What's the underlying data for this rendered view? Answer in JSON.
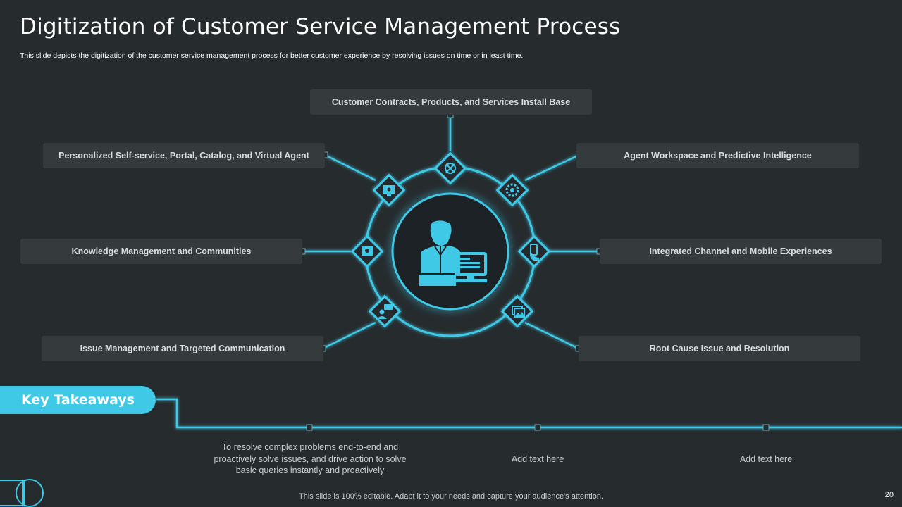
{
  "title": "Digitization of Customer Service Management Process",
  "subtitle": "This slide depicts the digitization of the customer service management process for better customer experience by resolving issues on time or in least time.",
  "process_items": {
    "top": "Customer  Contracts,  Products,  and Services Install Base",
    "left_upper": "Personalized Self-service, Portal, Catalog, and Virtual Agent",
    "right_upper": "Agent Workspace  and Predictive Intelligence",
    "left_middle": "Knowledge Management and Communities",
    "right_middle": "Integrated Channel and Mobile Experiences",
    "left_lower": "Issue  Management and Targeted Communication",
    "right_lower": "Root Cause  Issue  and Resolution"
  },
  "icons": {
    "center": "customer-service-agent-icon",
    "top": "settings-tools-icon",
    "upper_left": "portal-screen-icon",
    "upper_right": "gear-network-icon",
    "middle_left": "knowledge-gear-icon",
    "middle_right": "mobile-hand-icon",
    "lower_left": "chat-person-icon",
    "lower_right": "image-gallery-icon"
  },
  "key_takeaways": {
    "label": "Key Takeaways",
    "items": [
      "To resolve  complex problems end-to-end  and proactively  solve  issues, and drive  action to solve  basic queries instantly and proactively",
      "Add text here",
      "Add text here"
    ]
  },
  "footer": "This slide is 100% editable. Adapt it to your needs and capture your audience's attention.",
  "page_number": "20",
  "colors": {
    "background": "#262b2e",
    "accent": "#3fc9e6",
    "box": "#353a3d"
  }
}
